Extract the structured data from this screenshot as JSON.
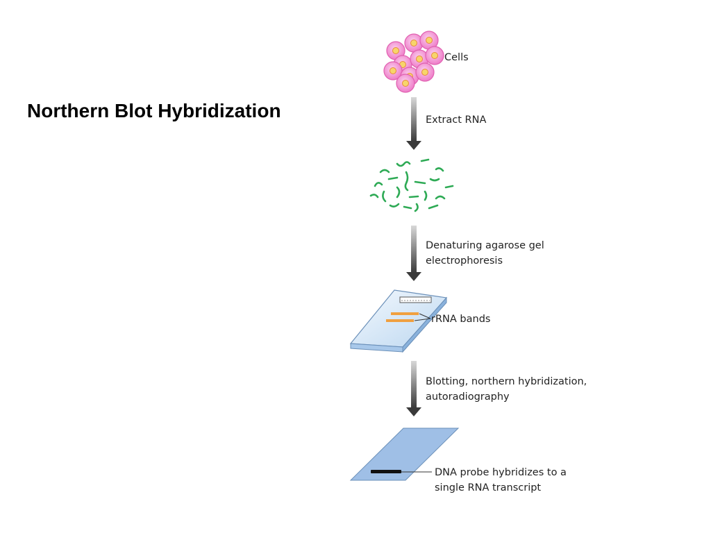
{
  "title": "Northern Blot Hybridization",
  "diagram": {
    "labels": {
      "cells": "Cells",
      "extract": "Extract RNA",
      "electrophoresis_line1": "Denaturing agarose gel",
      "electrophoresis_line2": "electrophoresis",
      "rrna_bands": "rRNA bands",
      "blotting_line1": "Blotting, northern hybridization,",
      "blotting_line2": "autoradiography",
      "probe_line1": "DNA probe hybridizes to a",
      "probe_line2": "single RNA transcript"
    },
    "colors": {
      "cell_fill": "#f59ad6",
      "cell_nucleus": "#f7d56a",
      "rna": "#2eaa55",
      "arrow": "#4a4a4a",
      "gel_fill": "#dcecf8",
      "rrna_band": "#f0a040",
      "membrane": "#9fbfe6",
      "probe_band": "#111111"
    }
  }
}
